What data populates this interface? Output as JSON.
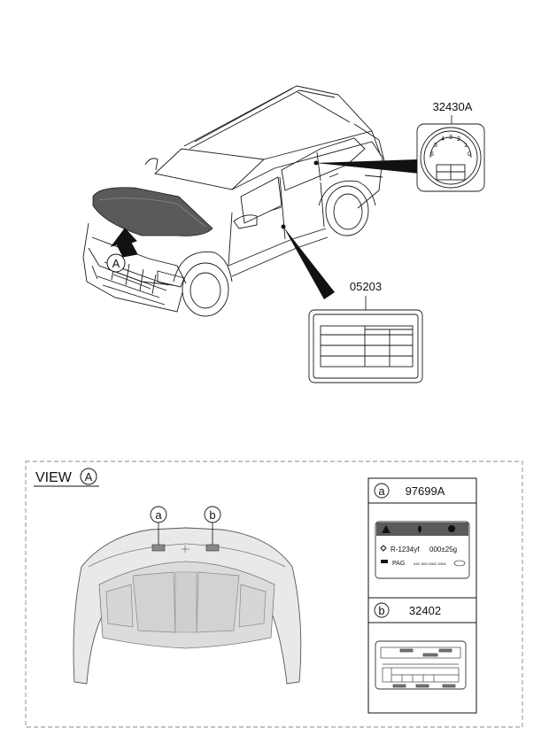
{
  "callouts": {
    "odometer_label": "32430A",
    "door_label": "05203",
    "view_marker": "A"
  },
  "view": {
    "title": "VIEW",
    "marker": "A",
    "circle_a": "a",
    "circle_b": "b"
  },
  "legend": {
    "a": {
      "key": "a",
      "part": "97699A",
      "refrigerant": "R-1234yf",
      "amount": "000±25g",
      "oil": "PAG",
      "fine_print": "SAE J639 J2842 J2843"
    },
    "b": {
      "key": "b",
      "part": "32402"
    }
  },
  "colors": {
    "line": "#1a1a1a",
    "hood_fill": "#e9e9e9",
    "dash_border": "#888888"
  }
}
